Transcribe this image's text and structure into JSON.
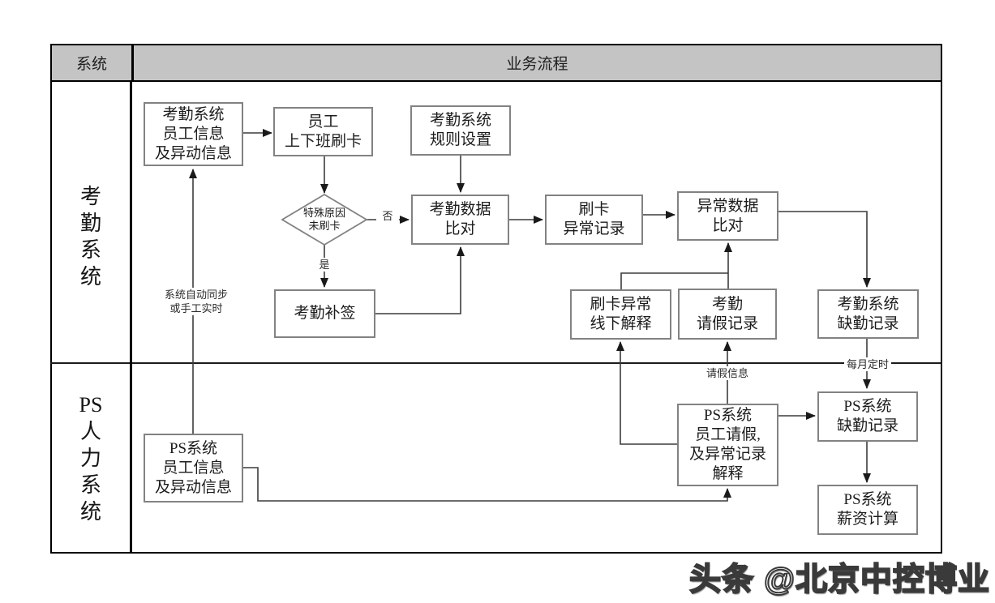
{
  "header": {
    "system_col": "系统",
    "process_col": "业务流程"
  },
  "lanes": {
    "attendance": "考\n勤\n系\n统",
    "ps_hr": "PS\n人\n力\n系\n统"
  },
  "nodes": {
    "att_emp_info": "考勤系统\n员工信息\n及异动信息",
    "emp_swipe": "员工\n上下班刷卡",
    "rule_setting": "考勤系统\n规则设置",
    "special_reason": "特殊原因\n未刷卡",
    "att_compare": "考勤数据\n比对",
    "swipe_abnormal": "刷卡\n异常记录",
    "abnormal_compare": "异常数据\n比对",
    "att_makeup": "考勤补签",
    "offline_explain": "刷卡异常\n线下解释",
    "att_leave": "考勤\n请假记录",
    "att_absence": "考勤系统\n缺勤记录",
    "ps_emp_info": "PS系统\n员工信息\n及异动信息",
    "ps_leave": "PS系统\n员工请假,\n及异常记录\n解释",
    "ps_absence": "PS系统\n缺勤记录",
    "ps_salary": "PS系统\n薪资计算"
  },
  "edge_labels": {
    "no": "否",
    "yes": "是",
    "sync": "系统自动同步\n或手工实时",
    "leave_info": "请假信息",
    "monthly": "每月定时"
  },
  "watermark": "头条 @北京中控博业",
  "colors": {
    "header_fill": "#c4c4c4",
    "box_border": "#828282",
    "line": "#3c3c3c",
    "frame": "#000000"
  }
}
